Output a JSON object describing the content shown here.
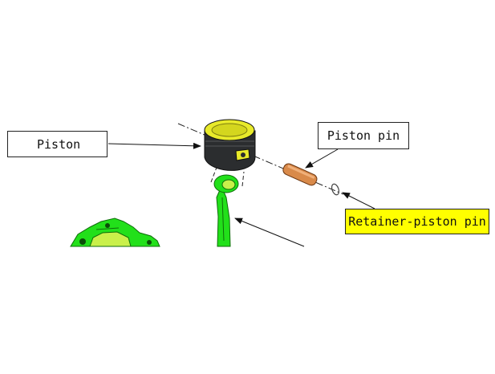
{
  "labels": {
    "piston": "Piston",
    "piston_pin": "Piston pin",
    "retainer": "Retainer-piston pin"
  },
  "colors": {
    "background": "#ffffff",
    "part_green": "#22e01a",
    "part_dark": "#2b2d2f",
    "piston_crown": "#e8ea2a",
    "pin_copper": "#d98a4a",
    "retainer_highlight": "#ffff00",
    "line": "#111111"
  },
  "icons": {
    "piston": "piston-icon",
    "piston_pin": "piston-pin-icon",
    "retainer": "retainer-clip-icon",
    "connecting_rod": "connecting-rod-icon",
    "engine_block": "engine-block-icon"
  }
}
